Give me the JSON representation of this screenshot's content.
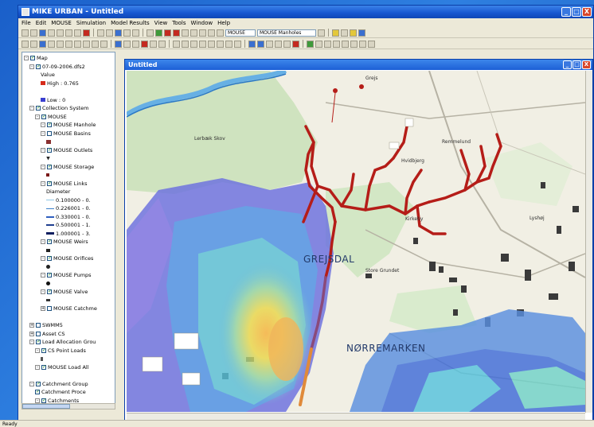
{
  "window": {
    "title": "MIKE URBAN - Untitled",
    "controls": [
      "_",
      "□",
      "X"
    ]
  },
  "menu": [
    "File",
    "Edit",
    "MOUSE",
    "Simulation",
    "Model Results",
    "View",
    "Tools",
    "Window",
    "Help"
  ],
  "toolbar": {
    "layer_select": "MOUSE",
    "feature_select": "MOUSE Manholes"
  },
  "map_window": {
    "title": "Untitled"
  },
  "tree": {
    "items": [
      {
        "indent": 0,
        "pm": "-",
        "cb": true,
        "label": "Map"
      },
      {
        "indent": 1,
        "pm": "-",
        "cb": true,
        "label": "07-09-2006.dfs2"
      },
      {
        "indent": 3,
        "pm": "",
        "cb": false,
        "label": "Value"
      },
      {
        "indent": 3,
        "pm": "",
        "cb": false,
        "label": "High : 0.765",
        "sym": "legend-high"
      },
      {
        "indent": 3,
        "pm": "",
        "cb": false,
        "label": ""
      },
      {
        "indent": 3,
        "pm": "",
        "cb": false,
        "label": "Low : 0",
        "sym": "legend-low"
      },
      {
        "indent": 1,
        "pm": "-",
        "cb": true,
        "label": "Collection System"
      },
      {
        "indent": 2,
        "pm": "-",
        "cb": true,
        "label": "MOUSE"
      },
      {
        "indent": 3,
        "pm": "-",
        "cb": true,
        "label": "MOUSE Manhole"
      },
      {
        "indent": 3,
        "pm": "-",
        "cb": false,
        "label": "MOUSE Basins"
      },
      {
        "indent": 4,
        "pm": "",
        "cb": false,
        "label": "",
        "sym": "basin"
      },
      {
        "indent": 3,
        "pm": "-",
        "cb": true,
        "label": "MOUSE Outlets"
      },
      {
        "indent": 4,
        "pm": "",
        "cb": false,
        "label": "",
        "sym": "outlet"
      },
      {
        "indent": 3,
        "pm": "-",
        "cb": true,
        "label": "MOUSE Storage"
      },
      {
        "indent": 4,
        "pm": "",
        "cb": false,
        "label": "",
        "sym": "storage"
      },
      {
        "indent": 3,
        "pm": "-",
        "cb": true,
        "label": "MOUSE Links"
      },
      {
        "indent": 4,
        "pm": "",
        "cb": false,
        "label": "Diameter"
      },
      {
        "indent": 4,
        "pm": "",
        "cb": false,
        "label": "0.100000 - 0.",
        "sym": "l1"
      },
      {
        "indent": 4,
        "pm": "",
        "cb": false,
        "label": "0.226001 - 0.",
        "sym": "l2"
      },
      {
        "indent": 4,
        "pm": "",
        "cb": false,
        "label": "0.330001 - 0.",
        "sym": "l3"
      },
      {
        "indent": 4,
        "pm": "",
        "cb": false,
        "label": "0.500001 - 1.",
        "sym": "l4"
      },
      {
        "indent": 4,
        "pm": "",
        "cb": false,
        "label": "1.000001 - 3.",
        "sym": "l5"
      },
      {
        "indent": 3,
        "pm": "-",
        "cb": true,
        "label": "MOUSE Weirs"
      },
      {
        "indent": 4,
        "pm": "",
        "cb": false,
        "label": "",
        "sym": "weir"
      },
      {
        "indent": 3,
        "pm": "-",
        "cb": true,
        "label": "MOUSE Orifices"
      },
      {
        "indent": 4,
        "pm": "",
        "cb": false,
        "label": "",
        "sym": "orifice"
      },
      {
        "indent": 3,
        "pm": "-",
        "cb": true,
        "label": "MOUSE Pumps"
      },
      {
        "indent": 4,
        "pm": "",
        "cb": false,
        "label": "",
        "sym": "pump"
      },
      {
        "indent": 3,
        "pm": "-",
        "cb": true,
        "label": "MOUSE Valve"
      },
      {
        "indent": 4,
        "pm": "",
        "cb": false,
        "label": "",
        "sym": "valve"
      },
      {
        "indent": 3,
        "pm": "+",
        "cb": false,
        "label": "MOUSE Catchme"
      },
      {
        "indent": 4,
        "pm": "",
        "cb": false,
        "label": ""
      },
      {
        "indent": 1,
        "pm": "+",
        "cb": false,
        "label": "SWMM5"
      },
      {
        "indent": 1,
        "pm": "+",
        "cb": false,
        "label": "Asset CS"
      },
      {
        "indent": 1,
        "pm": "-",
        "cb": true,
        "label": "Load Allocation Grou"
      },
      {
        "indent": 2,
        "pm": "-",
        "cb": true,
        "label": "CS Point Loads"
      },
      {
        "indent": 3,
        "pm": "",
        "cb": false,
        "label": "",
        "sym": "plus"
      },
      {
        "indent": 2,
        "pm": "-",
        "cb": true,
        "label": "MOUSE Load All"
      },
      {
        "indent": 3,
        "pm": "",
        "cb": false,
        "label": ""
      },
      {
        "indent": 1,
        "pm": "-",
        "cb": true,
        "label": "Catchment Group"
      },
      {
        "indent": 2,
        "pm": "",
        "cb": true,
        "label": "Catchment Proce"
      },
      {
        "indent": 2,
        "pm": "-",
        "cb": true,
        "label": "Catchments"
      }
    ]
  },
  "map": {
    "labels": {
      "grejsdal": "GREJSDAL",
      "norremarken": "NØRREMARKEN",
      "grejs": "Grejs",
      "kirkeby": "Kirkeby",
      "lyshoj": "Lyshøj",
      "store_grundet": "Store Grundet",
      "lerbaek_skov": "Lerbæk Skov",
      "remmelund": "Remmelund",
      "hvidbjerg": "Hvidbjerg"
    },
    "colors": {
      "network": "#b51d18",
      "flood_high": "#f2d33c",
      "flood_low": "#3a3fd0"
    }
  },
  "status": "Ready"
}
